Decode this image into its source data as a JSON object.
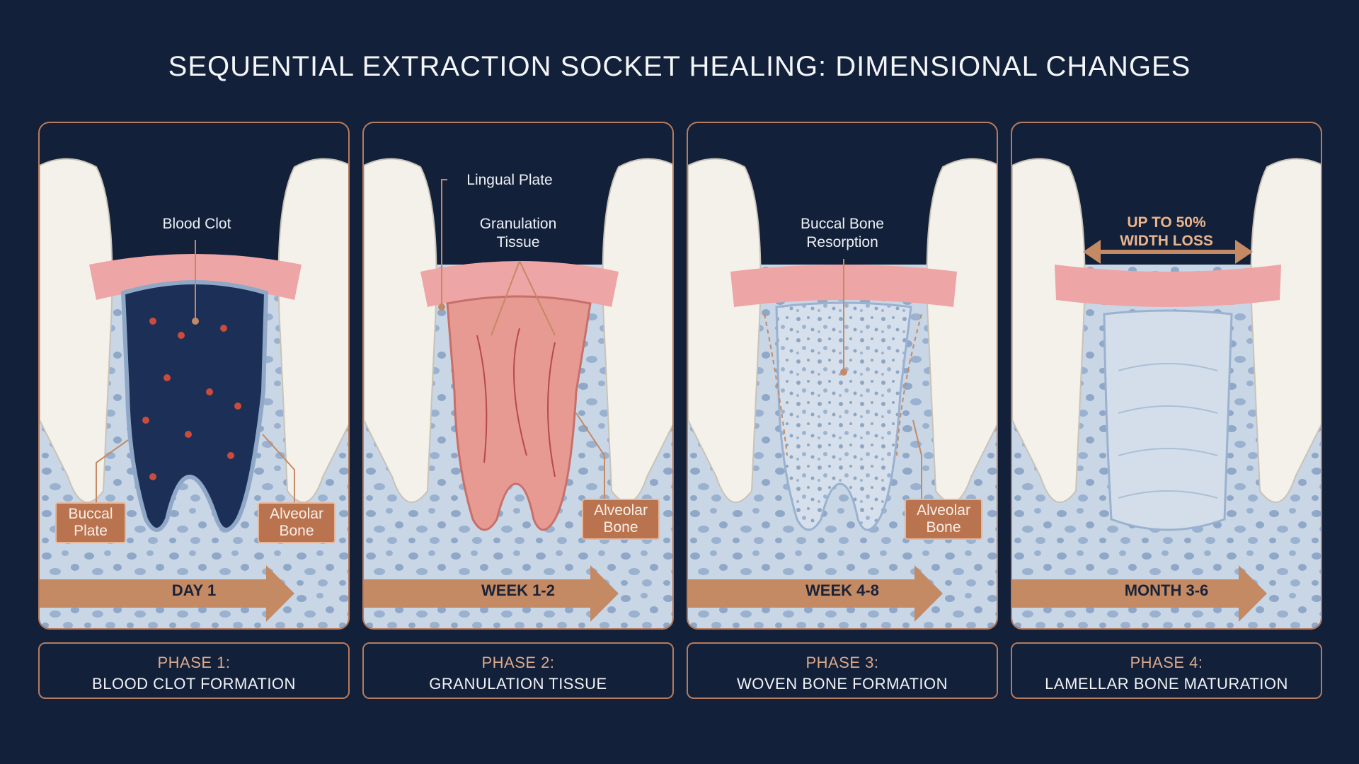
{
  "title": "SEQUENTIAL EXTRACTION SOCKET HEALING: DIMENSIONAL CHANGES",
  "colors": {
    "background": "#12203a",
    "border": "#b77b5d",
    "tooth": "#f4f1ea",
    "gum": "#eea5a5",
    "bone": "#c9d6e6",
    "blood_clot": "#1c2f57",
    "granulation": "#e69a92",
    "arrow": "#c48a64"
  },
  "panels": [
    {
      "timeline": "DAY 1",
      "phase": "PHASE 1:",
      "name": "BLOOD CLOT FORMATION",
      "labels": {
        "top": "Blood Clot",
        "left_tag": "Buccal\nPlate",
        "right_tag": "Alveolar\nBone"
      }
    },
    {
      "timeline": "WEEK 1-2",
      "phase": "PHASE 2:",
      "name": "GRANULATION TISSUE",
      "labels": {
        "top_left": "Lingual Plate",
        "top": "Granulation\nTissue",
        "right_tag": "Alveolar\nBone"
      }
    },
    {
      "timeline": "WEEK 4-8",
      "phase": "PHASE 3:",
      "name": "WOVEN BONE FORMATION",
      "labels": {
        "top": "Buccal Bone\nResorption",
        "right_tag": "Alveolar\nBone"
      }
    },
    {
      "timeline": "MONTH 3-6",
      "phase": "PHASE 4:",
      "name": "LAMELLAR BONE MATURATION",
      "labels": {
        "top": "UP TO 50%\nWIDTH LOSS"
      }
    }
  ]
}
